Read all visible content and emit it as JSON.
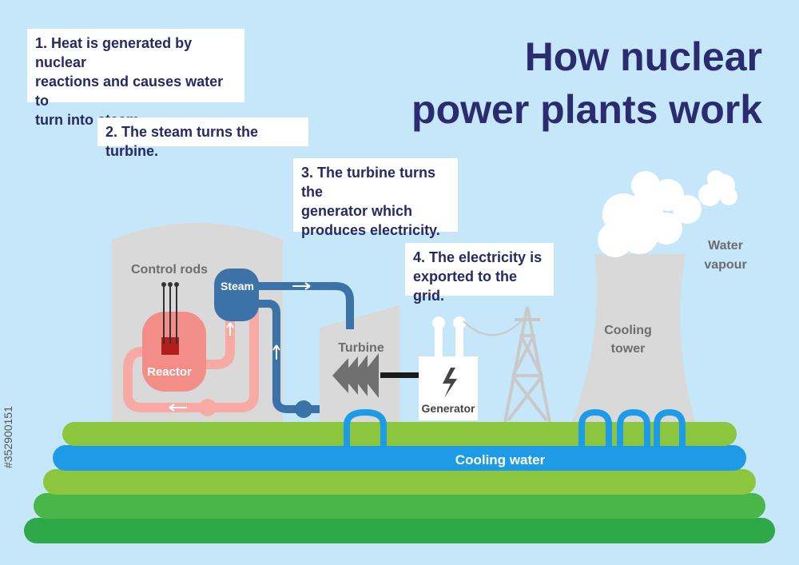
{
  "title": {
    "line1": "How nuclear",
    "line2": "power plants work"
  },
  "steps": [
    {
      "lines": [
        "1. Heat is generated by nuclear",
        "reactions and causes water to",
        "turn into steam."
      ]
    },
    {
      "lines": [
        "2. The steam turns the turbine."
      ]
    },
    {
      "lines": [
        "3. The turbine turns the",
        "generator which",
        "produces electricity."
      ]
    },
    {
      "lines": [
        "4. The electricity is",
        "exported to the grid."
      ]
    }
  ],
  "labels": {
    "control_rods": "Control rods",
    "reactor": "Reactor",
    "steam": "Steam",
    "turbine": "Turbine",
    "generator": "Generator",
    "cooling_tower_1": "Cooling",
    "cooling_tower_2": "tower",
    "water_vapour_1": "Water",
    "water_vapour_2": "vapour",
    "cooling_water": "Cooling water"
  },
  "stock_id": "#352900151",
  "colors": {
    "background": "#c6e6f9",
    "title": "#2b2c6f",
    "building": "#d9d9d9",
    "reactor": "#f28e87",
    "reactor_pipe": "#f7a9a3",
    "steam_pipe": "#3b73a8",
    "cooling_blue": "#1e9be6",
    "ground_light": "#8cc63f",
    "ground_dark": "#2fa84a"
  }
}
